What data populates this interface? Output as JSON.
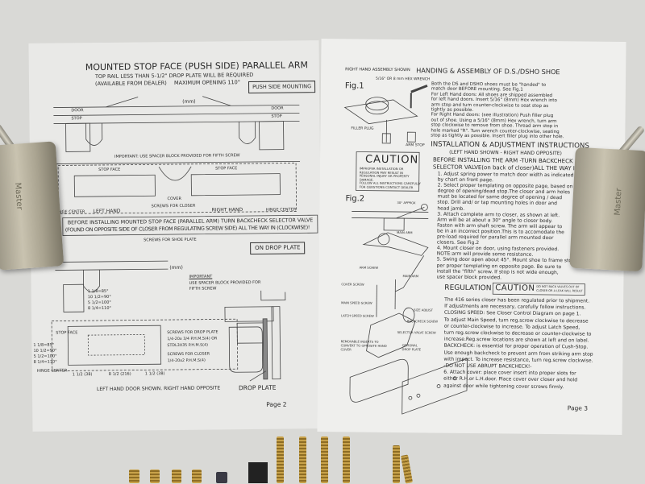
{
  "left_page": {
    "title": "MOUNTED STOP FACE (PUSH SIDE) PARALLEL ARM",
    "subtitle_1": "TOP RAIL LESS THAN 5-1/2\" DROP PLATE WILL BE REQUIRED",
    "subtitle_2": "(AVAILABLE FROM DEALER)",
    "max_opening": "MAXIMUM OPENING 110°",
    "push_side_box": "PUSH SIDE MOUNTING",
    "mm_label": "(mm)",
    "door": "DOOR",
    "stop": "STOP",
    "stop_face": "STOP FACE",
    "cover": "COVER",
    "hinge_center": "HINGE CENTER",
    "left_hand": "LEFT HAND",
    "right_hand": "RIGHT HAND",
    "important_top": "IMPORTANT: USE SPACER BLOCK PROVIDED FOR FIFTH SCREW",
    "screws_for_closer": "SCREWS FOR CLOSER",
    "warning_1": "BEFORE INSTALLING MOUNTED STOP FACE (PARALLEL ARM) TURN BACKCHECK SELECTOR VALVE",
    "warning_2": "(FOUND ON OPPOSITE SIDE OF CLOSER FROM REGULATING SCREW SIDE) ALL THE WAY IN (CLOCKWISE)!",
    "screws_for_shoe": "SCREWS FOR SHOE PLATE",
    "on_drop_plate": "ON DROP PLATE",
    "important_label": "IMPORTANT",
    "important_text_1": "USE SPACER BLOCK PROVIDED FOR",
    "important_text_2": "FIFTH SCREW",
    "angles": [
      "1 1/8=85°",
      "10 1/2=90°",
      "5 1/2=100°",
      "8 1/4=110°"
    ],
    "screws_drop_plate_1": "SCREWS FOR DROP PLATE",
    "screws_drop_plate_2": "1/4-20x 3/4 P.H.M.S(4) OR",
    "screws_drop_plate_3": "STDL3X35 P.H.M.S(4)",
    "screws_closer_1": "SCREWS FOR CLOSER",
    "screws_closer_2": "1/4-20x2 P.H.M.S(4)",
    "dims": [
      "1 1/2 (38)",
      "8 1/2 (216)",
      "1 1/2 (38)"
    ],
    "caption": "LEFT HAND DOOR SHOWN. RIGHT HAND OPPOSITE",
    "drop_plate": "DROP PLATE",
    "page": "Page 2"
  },
  "right_page": {
    "header_small": "RIGHT HAND ASSEMBLY SHOWN",
    "header": "HANDING & ASSEMBLY OF D.S./DSHO SHOE",
    "fig1": "Fig.1",
    "fig1_labels": [
      "5/16\" OR 8 mm HEX WRENCH",
      "FILLER PLUG",
      "ARM STOP"
    ],
    "handing_text": [
      "Both the DS and DSHO shoes must be \"handed\" to",
      "match door BEFORE mounting. See Fig.1",
      "For Left Hand doors: All shoes are shipped assembled",
      "for left hand doors. Insert 5/16\" (8mm) Hex wrench into",
      "arm stop and turn counter-clockwise to seat stop as",
      "tightly as possible.",
      "For Right Hand doors: (see illustration) Push filler plug",
      "out of shoe. Using a 5/16\" (8mm) Hex wrench, turn arm",
      "stop clockwise to remove from shoe. Thread arm stop in",
      "hole marked \"R\". Turn wrench counter-clockwise, seating",
      "stop as tightly as possible. Insert filler plug into other hole."
    ],
    "caution_title": "CAUTION",
    "caution_text": [
      "IMPROPER INSTALLATION OR",
      "REGULATION MAY RESULT IN",
      "PERSONAL INJURY OR PROPERTY",
      "DAMAGE.",
      "FOLLOW ALL INSTRUCTIONS CAREFULLY",
      "FOR QUESTIONS CONTACT DEALER"
    ],
    "install_heading": "INSTALLATION & ADJUSTMENT INSTRUCTIONS",
    "install_sub": "(LEFT HAND SHOWN - RIGHT HAND OPPOSITE)",
    "install_intro": [
      "BEFORE INSTALLING THE ARM -TURN BACKCHECK",
      "SELECTOR VALVE(on back of closer)ALL THE WAY IN."
    ],
    "install_steps": [
      "1. Adjust spring power to match door width as indicated",
      "   by chart on front page.",
      "2. Select proper templating on opposite page, based on",
      "   degree of opening/dead stop.The closer and arm holes",
      "   must be located for same degree of opening / dead",
      "   stop. Drill and/ or tap mounting holes in door and",
      "   head jamb.",
      "3. Attach complete arm to closer, as shown at left.",
      "   Arm will be at about a 30° angle to closer body.",
      "   Fasten with arm shaft screw. The arm will appear to",
      "   be in an incorrect position.This is to accomodate the",
      "   pre-load required for parallel arm mounted door",
      "   closers. See Fig.2",
      "4. Mount closer on door, using fasteners provided.",
      "   NOTE:arm will provide some resistance.",
      "5. Swing door open about 45°. Mount shoe to frame stop",
      "   per proper templating on opposite page. Be sure to",
      "   install the \"fifth\" screw. If stop is not wide enough,",
      "   use spacer block provided."
    ],
    "fig2": "Fig.2",
    "fig2_labels": [
      "30° APPROX",
      "MAIN ARM",
      "ARM SCREW",
      "MAIN ARM",
      "COVER SCREW",
      "MAIN SPEED SCREW",
      "LATCH SPEED SCREW",
      "SIZE ADJUST",
      "BACKCHECK SCREW",
      "SELECTOR VALVE SCREW",
      "REMOVABLE INSERTS TO CONVERT TO OPPOSITE HAND COVER",
      "OPTIONAL DROP PLATE"
    ],
    "regulation": "REGULATION",
    "caution2_title": "CAUTION",
    "caution2_text": [
      "DO NOT BACK VALVES OUT OF",
      "CLOSER OR A LEAK WILL RESULT"
    ],
    "regulation_text": [
      "The 416 series closer has been regulated prior to shipment.",
      "If adjustments are necessary, carefully follow instructions.",
      "CLOSING SPEED: See Closer Control Diagram on page 1.",
      "To adjust Main Speed, turn reg.screw clockwise to decrease",
      "or counter-clockwise to increase. To adjust Latch Speed,",
      "turn reg.screw clockwise to decrease or counter-clockwise to",
      "increase.Reg.screw locations are shown at left and on label.",
      "BACKCHECK: is essential for proper operation of Cush-Stop.",
      "Use enough backcheck to prevent arm from striking arm stop",
      "with impact. To increase resistance, turn reg.screw clockwise.",
      "      -DO NOT USE ABRUPT BACKCHECK!-",
      "6. Attach cover: place cover insert into proper slots for",
      "   either R.H.or L.H.door. Place cover over closer and hold",
      "   against door while tightening cover screws firmly."
    ],
    "page": "Page 3"
  },
  "hardware": {
    "closer_brand": "Master"
  }
}
